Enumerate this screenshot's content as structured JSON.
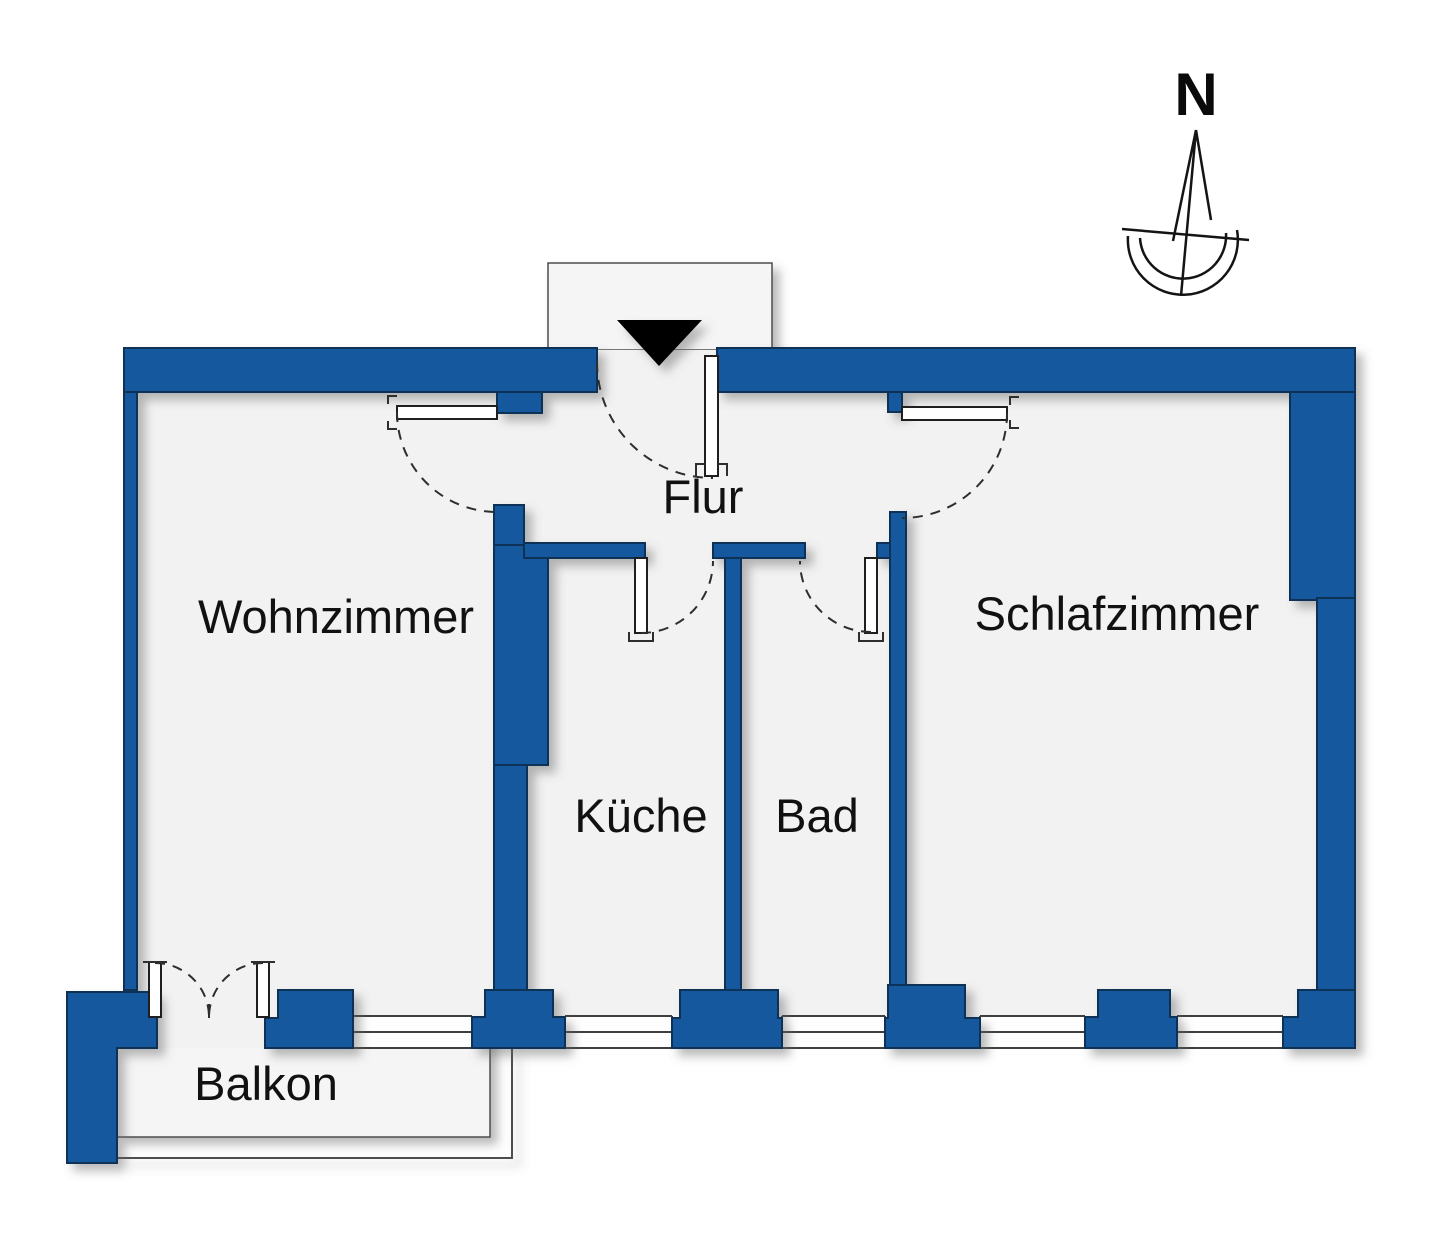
{
  "plan": {
    "type": "apartment-floor-plan",
    "rooms": [
      {
        "id": "wohnzimmer",
        "label": "Wohnzimmer"
      },
      {
        "id": "flur",
        "label": "Flur"
      },
      {
        "id": "kueche",
        "label": "Küche"
      },
      {
        "id": "bad",
        "label": "Bad"
      },
      {
        "id": "schlafzimmer",
        "label": "Schlafzimmer"
      },
      {
        "id": "balkon",
        "label": "Balkon"
      }
    ]
  },
  "compass": {
    "label": "N"
  },
  "icons": {
    "entrance_marker": "down-triangle-entrance-arrow",
    "compass": "north-compass-needle"
  },
  "colors": {
    "wall": "#17599d",
    "wall_outline": "#0d3056",
    "floor": "#f2f2f2",
    "annex": "#f5f5f5",
    "edge": "#4d4d4d",
    "text": "#111111",
    "arrow": "#000000",
    "background": "#ffffff"
  }
}
